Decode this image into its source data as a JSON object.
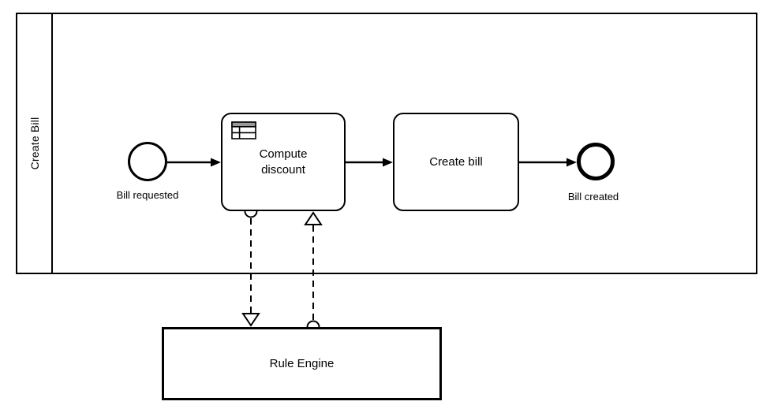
{
  "diagram": {
    "pool": {
      "label": "Create Bill"
    },
    "start_event": {
      "label": "Bill requested"
    },
    "tasks": [
      {
        "label": "Compute discount",
        "icon": "business-rule-table-icon"
      },
      {
        "label": "Create bill"
      }
    ],
    "end_event": {
      "label": "Bill created"
    },
    "participant": {
      "label": "Rule Engine"
    },
    "connections": [
      {
        "type": "sequence-flow",
        "from": "Bill requested",
        "to": "Compute discount"
      },
      {
        "type": "sequence-flow",
        "from": "Compute discount",
        "to": "Create bill"
      },
      {
        "type": "sequence-flow",
        "from": "Create bill",
        "to": "Bill created"
      },
      {
        "type": "message-flow",
        "from": "Compute discount",
        "to": "Rule Engine"
      },
      {
        "type": "message-flow",
        "from": "Rule Engine",
        "to": "Compute discount"
      }
    ],
    "colors": {
      "stroke": "#000000",
      "fill": "#ffffff",
      "icon_header": "#999999"
    }
  }
}
